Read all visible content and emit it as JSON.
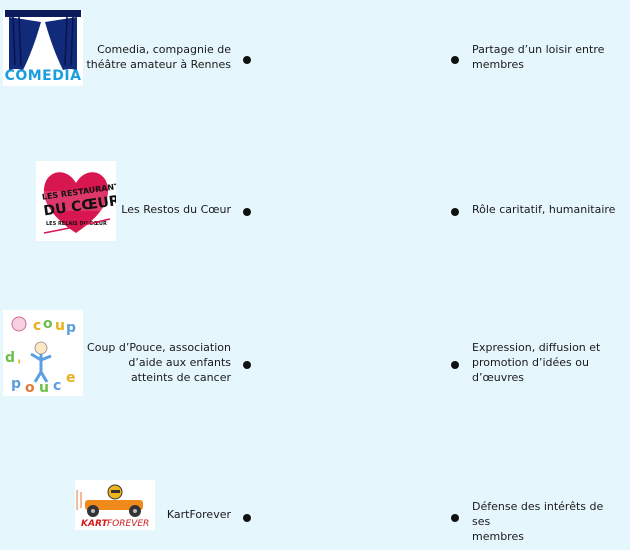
{
  "rows": [
    {
      "logo": "comedia-logo",
      "logo_text": "COMEDIA",
      "left_lines": [
        "Comedia, compagnie de",
        "théâtre amateur à Rennes"
      ],
      "right_lines": [
        "Partage d’un loisir entre",
        "membres"
      ]
    },
    {
      "logo": "restos-du-coeur-logo",
      "logo_text": "LES RESTAURANTS DU CŒUR LES RELAIS DU CŒUR",
      "left_lines": [
        "Les Restos du Cœur"
      ],
      "right_lines": [
        "Rôle caritatif, humanitaire"
      ]
    },
    {
      "logo": "coup-de-pouce-logo",
      "logo_text": "coup d'pouce",
      "left_lines": [
        "Coup d’Pouce, association",
        "d’aide aux enfants",
        "atteints de cancer"
      ],
      "right_lines": [
        "Expression, diffusion et",
        "promotion d’idées ou",
        "d’œuvres"
      ]
    },
    {
      "logo": "kartforever-logo",
      "logo_text": "KARTFOREVER",
      "left_lines": [
        "KartForever"
      ],
      "right_lines": [
        "Défense des intérêts de ses",
        "membres"
      ]
    }
  ],
  "colors": {
    "background": "#e6f6fd",
    "comedia_blue": "#1b9ee0",
    "curtain_navy": "#0c1b5c",
    "restos_red": "#d8164f"
  }
}
